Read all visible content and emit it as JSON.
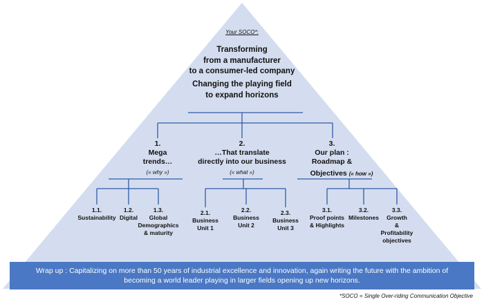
{
  "soco_label": "Your SOCO*:",
  "soco_line1": "Transforming",
  "soco_line2": "from a manufacturer",
  "soco_line3": "to a consumer-led company",
  "soco_line4": "Changing the playing field",
  "soco_line5": "to expand horizons",
  "pillars": [
    {
      "number": "1.",
      "title1": "Mega",
      "title2": "trends…",
      "note": "(« why »)"
    },
    {
      "number": "2.",
      "title1": "…That translate",
      "title2": "directly into our business",
      "note": "(« what »)"
    },
    {
      "number": "3.",
      "title1": "Our plan :",
      "title2": "Roadmap &",
      "title3": "Objectives",
      "note": "(« how »)"
    }
  ],
  "items": [
    {
      "num": "1.1.",
      "label1": "Sustainability"
    },
    {
      "num": "1.2.",
      "label1": "Digital"
    },
    {
      "num": "1.3.",
      "label1": "Global",
      "label2": "Demographics",
      "label3": "& maturity"
    },
    {
      "num": "2.1.",
      "label1": "Business",
      "label2": "Unit 1"
    },
    {
      "num": "2.2.",
      "label1": "Business",
      "label2": "Unit 2"
    },
    {
      "num": "2.3.",
      "label1": "Business",
      "label2": "Unit 3"
    },
    {
      "num": "3.1.",
      "label1": "Proof points",
      "label2": "& Highlights"
    },
    {
      "num": "3.2.",
      "label1": "Milestones"
    },
    {
      "num": "3.3.",
      "label1": "Growth",
      "label2": "&",
      "label3": "Profitability",
      "label4": "objectives"
    }
  ],
  "wrap_up": "Wrap up : Capitalizing on more than 50 years of industrial excellence and innovation, again writing the future with the ambition of becoming a world leader playing in larger fields opening up new horizons.",
  "footnote": "*SOCO = Single Over-riding Communication Objective",
  "colors": {
    "pyramid": "#d4ddef",
    "lines": "#2d5aa6",
    "banner": "#4a78c4"
  }
}
